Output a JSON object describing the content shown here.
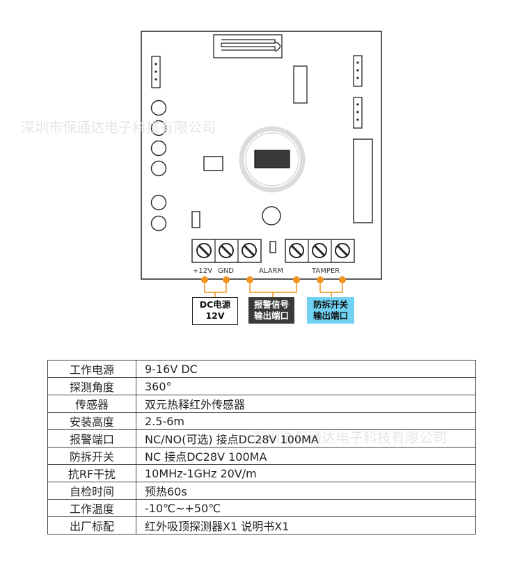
{
  "watermark": "深圳市保通达电子科技有限公司",
  "terminals": {
    "plus12v": "+12V",
    "gnd": "GND",
    "alarm": "ALARM",
    "tamper": "TAMPER"
  },
  "callouts": {
    "power_line1": "DC电源",
    "power_line2": "12V",
    "alarm_line1": "报警信号",
    "alarm_line2": "输出端口",
    "tamper_line1": "防拆开关",
    "tamper_line2": "输出端口"
  },
  "colors": {
    "wire": "#f0941e",
    "alarm_box": "#3a3a3a",
    "tamper_box": "#6fd2f2"
  },
  "specs": [
    {
      "label": "工作电源",
      "value": "9-16V  DC"
    },
    {
      "label": "探测角度",
      "value": "360°"
    },
    {
      "label": "传感器",
      "value": "双元热释红外传感器"
    },
    {
      "label": "安装高度",
      "value": "2.5-6m"
    },
    {
      "label": "报警端口",
      "value": "NC/NO(可选)   接点DC28V  100MA"
    },
    {
      "label": "防拆开关",
      "value": "NC    接点DC28V    100MA"
    },
    {
      "label": "抗RF干扰",
      "value": "10MHz-1GHz  20V/m"
    },
    {
      "label": "自检时间",
      "value": "预热60s"
    },
    {
      "label": "工作温度",
      "value": "-10℃~+50℃"
    },
    {
      "label": "出厂标配",
      "value": "红外吸顶探测器X1  说明书X1"
    }
  ]
}
